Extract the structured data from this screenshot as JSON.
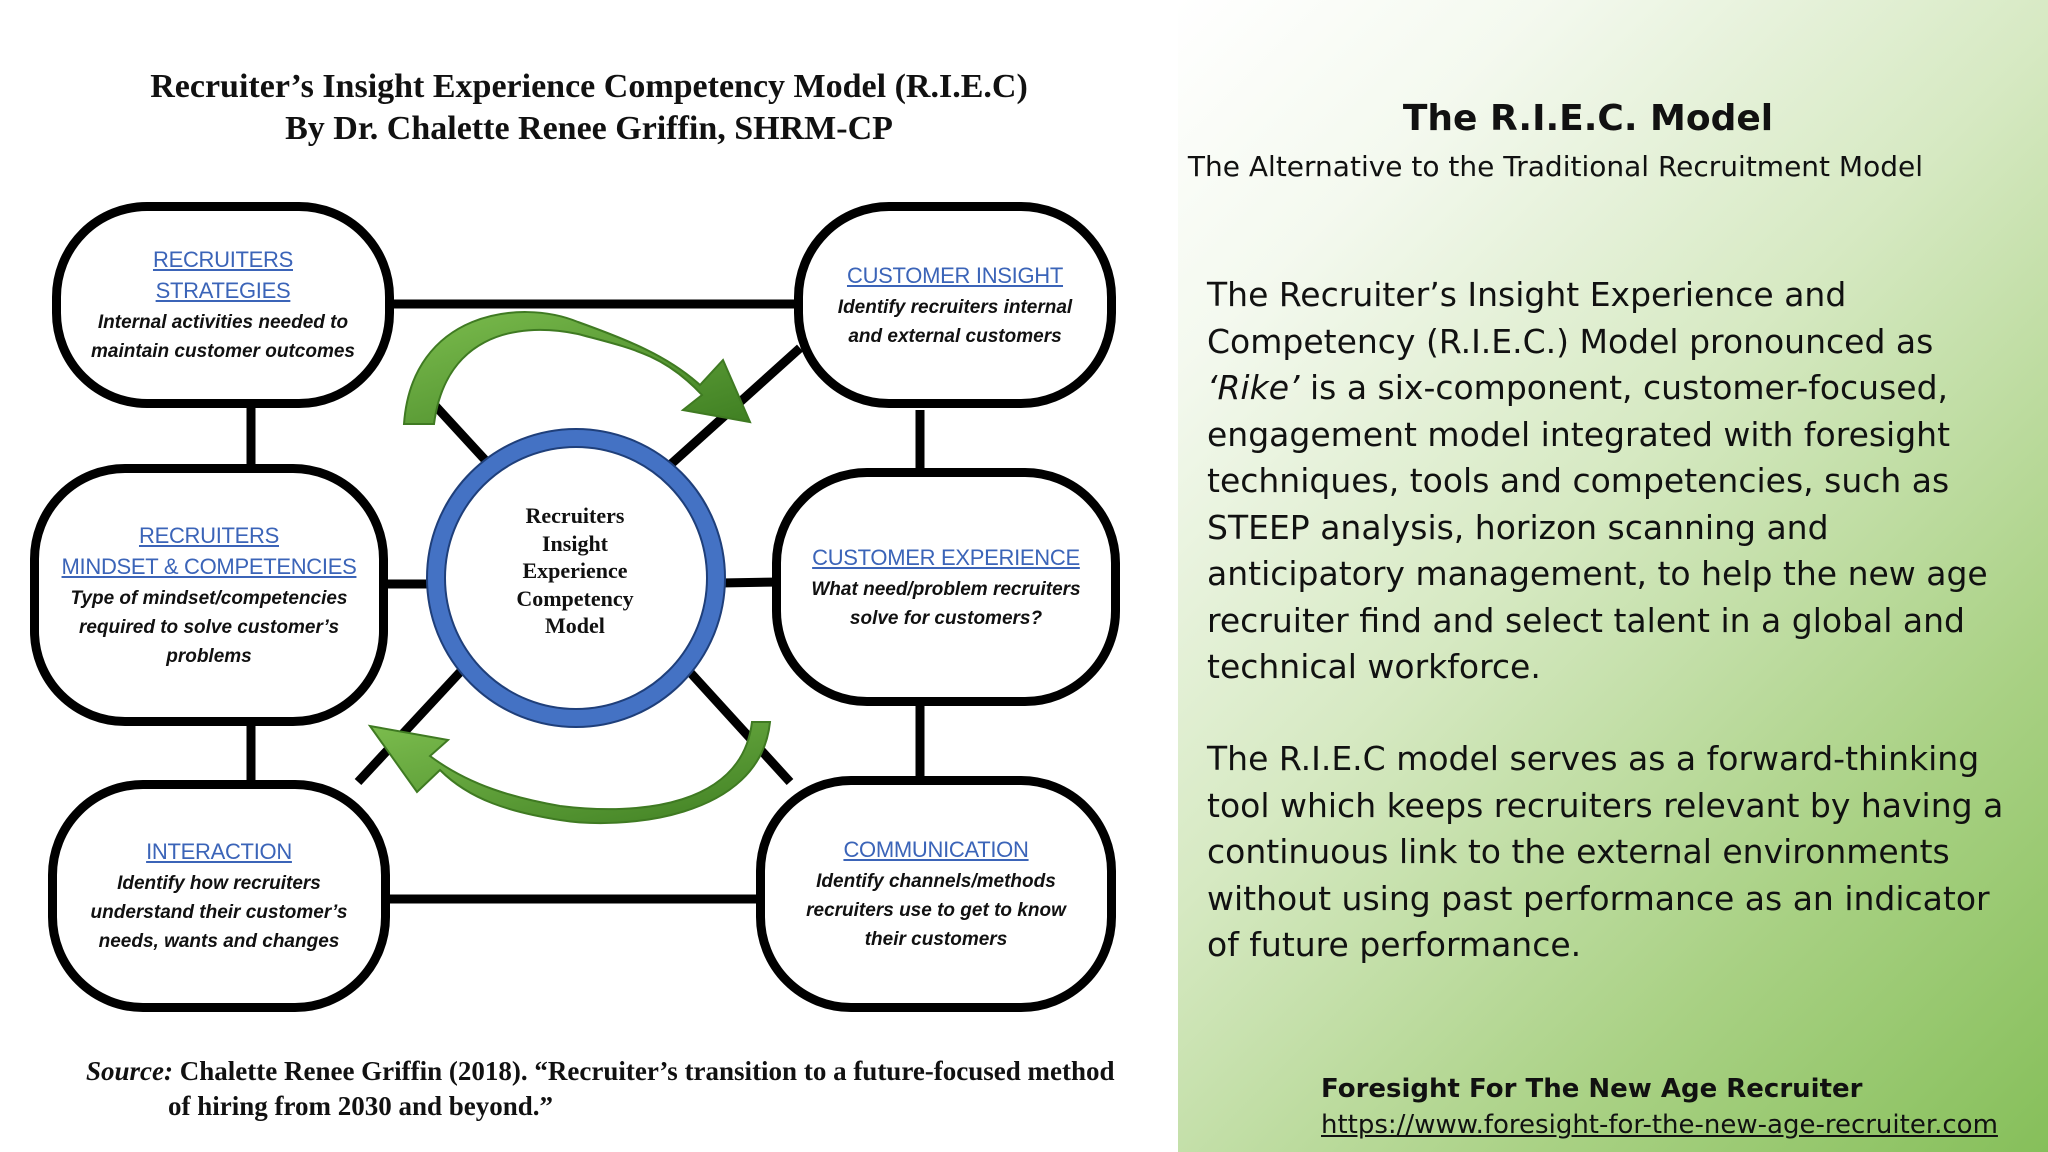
{
  "diagram": {
    "title_line1": "Recruiter’s Insight Experience Competency Model (R.I.E.C)",
    "title_line2": "By Dr. Chalette Renee Griffin, SHRM-CP",
    "center": {
      "lines": [
        "Recruiters",
        "Insight",
        "Experience",
        "Competency",
        "Model"
      ]
    },
    "nodes": {
      "recruiters_strategies": {
        "title": "RECRUITERS STRATEGIES",
        "desc": [
          "Internal activities needed to",
          "maintain customer outcomes"
        ]
      },
      "customer_insight": {
        "title": "CUSTOMER INSIGHT",
        "desc": [
          "Identify recruiters internal",
          "and external customers"
        ]
      },
      "recruiters_mindset": {
        "title": [
          "RECRUITERS",
          "MINDSET & COMPETENCIES"
        ],
        "desc": [
          "Type of mindset/competencies",
          "required to solve customer’s",
          "problems"
        ]
      },
      "customer_experience": {
        "title": "CUSTOMER EXPERIENCE",
        "desc": [
          "What need/problem recruiters",
          "solve for customers?"
        ]
      },
      "interaction": {
        "title": "INTERACTION",
        "desc": [
          "Identify how recruiters",
          "understand their customer’s",
          "needs, wants and changes"
        ]
      },
      "communication": {
        "title": "COMMUNICATION",
        "desc": [
          "Identify channels/methods",
          "recruiters use to get to know",
          "their customers"
        ]
      }
    },
    "colors": {
      "center_ring": "#4472c4",
      "arrow_green": "#5a9a35",
      "node_title_blue": "#3b64b8"
    },
    "source": {
      "label": "Source:",
      "line1": " Chalette Renee Griffin (2018). “Recruiter’s transition to a future-focused method",
      "line2": "of hiring from 2030 and beyond.”"
    }
  },
  "panel": {
    "title": "The R.I.E.C. Model",
    "subtitle": "The Alternative to the Traditional Recruitment Model",
    "paragraph1": [
      "The Recruiter’s Insight Experience and",
      "Competency (R.I.E.C.) Model pronounced as",
      "‘Rike’",
      " is a six-component, customer-focused,",
      "engagement model integrated with foresight",
      "techniques, tools and competencies, such as",
      "STEEP analysis, horizon scanning and",
      "anticipatory management, to help the new age",
      "recruiter find and select talent in a global and",
      "technical workforce."
    ],
    "paragraph2": [
      "The R.I.E.C model serves as a forward-thinking",
      "tool which keeps recruiters relevant by having a",
      "continuous link to the external environments",
      "without using past performance as an indicator",
      "of future performance."
    ],
    "footer_org": "Foresight For The New Age Recruiter",
    "footer_url": "https://www.foresight-for-the-new-age-recruiter.com"
  }
}
